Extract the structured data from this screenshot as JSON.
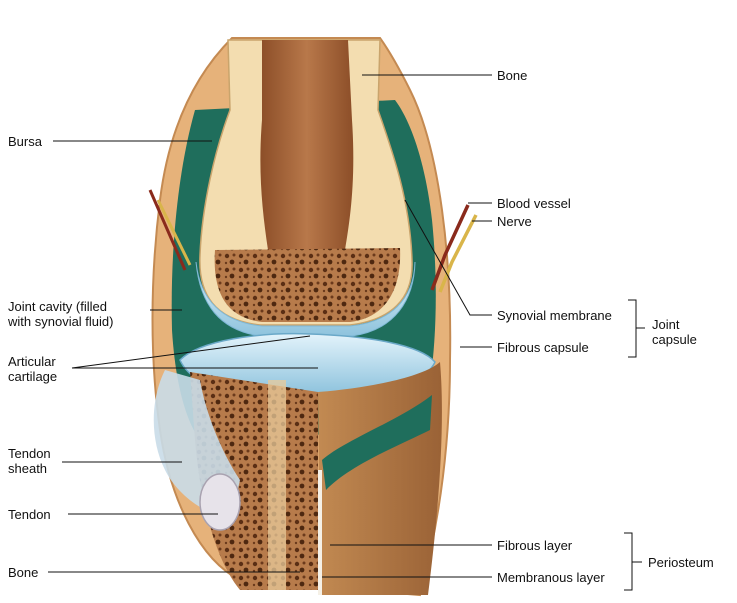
{
  "labels": {
    "bone_top": "Bone",
    "bursa": "Bursa",
    "blood_vessel": "Blood vessel",
    "nerve": "Nerve",
    "joint_cavity": "Joint cavity (filled\nwith synovial fluid)",
    "synovial_membrane": "Synovial membrane",
    "joint_capsule": "Joint\ncapsule",
    "articular_cartilage": "Articular\ncartilage",
    "fibrous_capsule": "Fibrous capsule",
    "tendon_sheath": "Tendon\nsheath",
    "tendon": "Tendon",
    "bone_bottom": "Bone",
    "fibrous_layer": "Fibrous layer",
    "membranous_layer": "Membranous layer",
    "periosteum": "Periosteum"
  },
  "colors": {
    "bone_shaft": "#a8683c",
    "spongy_bone": "#9a5a30",
    "bone_cap": "#f3ddb0",
    "cavity_fluid": "#1f6e5c",
    "cartilage": "#bfe0ef",
    "cartilage_edge": "#7fb8d6",
    "capsule": "#e6b27a",
    "tendon": "#e7e3ea"
  }
}
